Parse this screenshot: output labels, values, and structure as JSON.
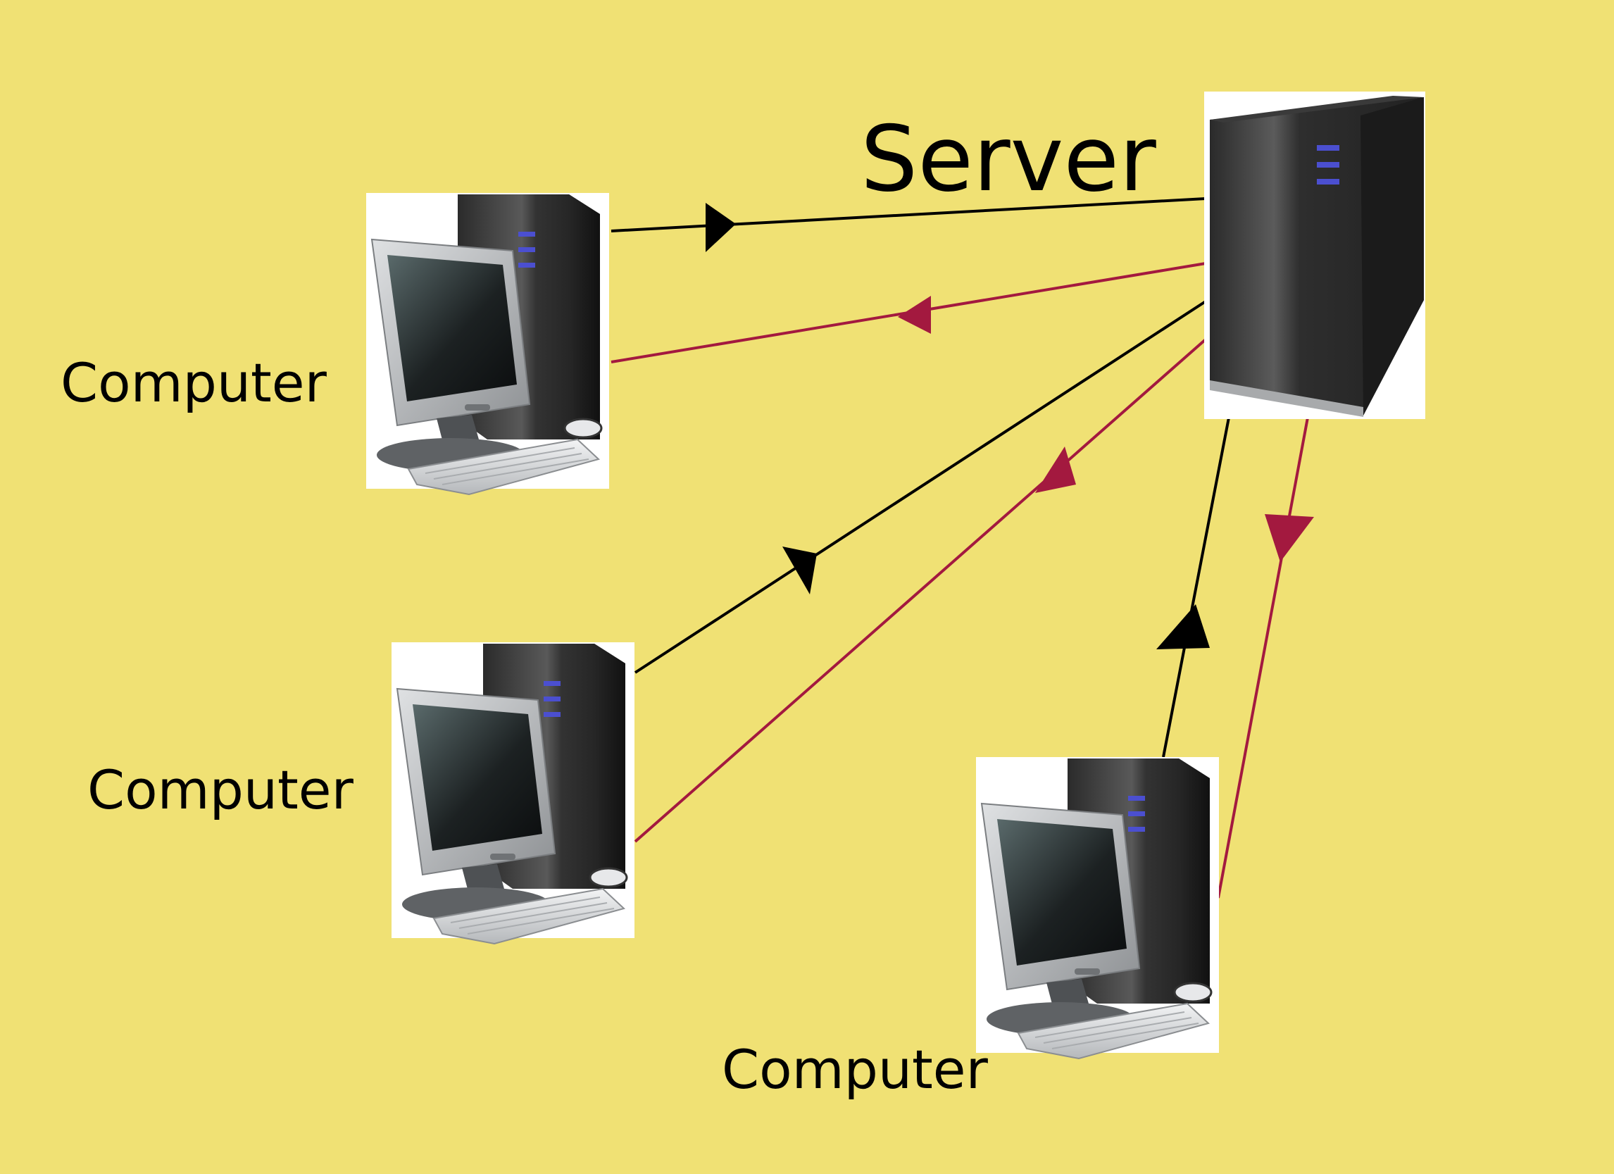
{
  "colors": {
    "background": "#f0e174",
    "request_arrow": "#000000",
    "response_arrow": "#a3193f",
    "case_dark": "#1e1e1e",
    "case_light": "#4a4a4a",
    "led": "#4b4fd0",
    "monitor_frame": "#b9bcbf",
    "screen": "#141819",
    "keyboard": "#d9dbdd"
  },
  "icons": {
    "server": "server-tower-icon",
    "computer": "desktop-computer-icon"
  },
  "server": {
    "label": "Server"
  },
  "computers": [
    {
      "label": "Computer"
    },
    {
      "label": "Computer"
    },
    {
      "label": "Computer"
    }
  ],
  "connections": [
    {
      "from": "computer-1",
      "to": "server",
      "kind": "request"
    },
    {
      "from": "server",
      "to": "computer-1",
      "kind": "response"
    },
    {
      "from": "computer-2",
      "to": "server",
      "kind": "request"
    },
    {
      "from": "server",
      "to": "computer-2",
      "kind": "response"
    },
    {
      "from": "computer-3",
      "to": "server",
      "kind": "request"
    },
    {
      "from": "server",
      "to": "computer-3",
      "kind": "response"
    }
  ]
}
